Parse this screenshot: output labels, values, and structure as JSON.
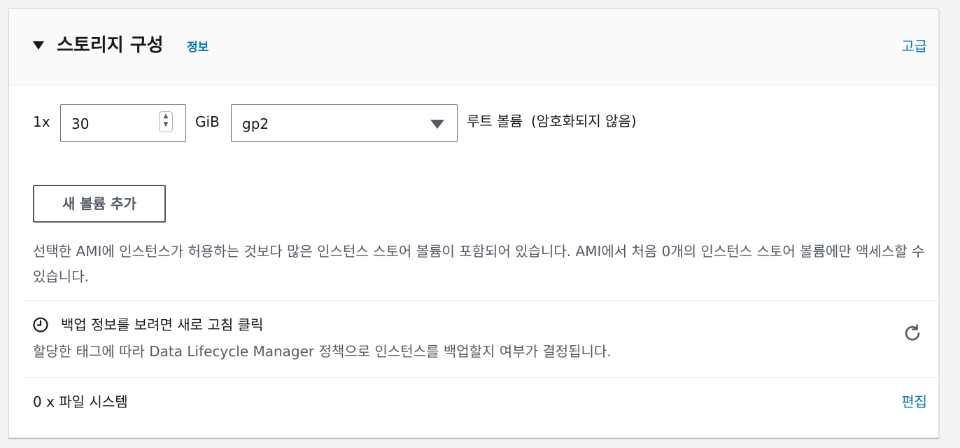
{
  "section": {
    "title": "스토리지 구성",
    "info_link": "정보",
    "advanced_link": "고급"
  },
  "volume": {
    "count_label": "1x",
    "size_value": "30",
    "size_unit": "GiB",
    "type_value": "gp2",
    "root_label": "루트 볼륨",
    "encryption_label": "(암호화되지 않음)",
    "add_button_label": "새 볼륨 추가"
  },
  "ami_note": "선택한 AMI에 인스턴스가 허용하는 것보다 많은 인스턴스 스토어 볼륨이 포함되어 있습니다. AMI에서 처음 0개의 인스턴스 스토어 볼륨에만 액세스할 수 있습니다.",
  "backup": {
    "title": "백업 정보를 보려면 새로 고침 클릭",
    "description": "할당한 태그에 따라 Data Lifecycle Manager 정책으로 인스턴스를 백업할지 여부가 결정됩니다."
  },
  "file_systems": {
    "count_label": "0 x 파일 시스템",
    "edit_link": "편집"
  },
  "icons": {
    "caret": "caret-down-icon",
    "clock": "clock-icon",
    "refresh": "refresh-icon"
  },
  "colors": {
    "link": "#0073bb",
    "text": "#16191f",
    "secondary_text": "#545b64",
    "header_bg": "#fafafa",
    "page_bg": "#f2f3f3"
  }
}
